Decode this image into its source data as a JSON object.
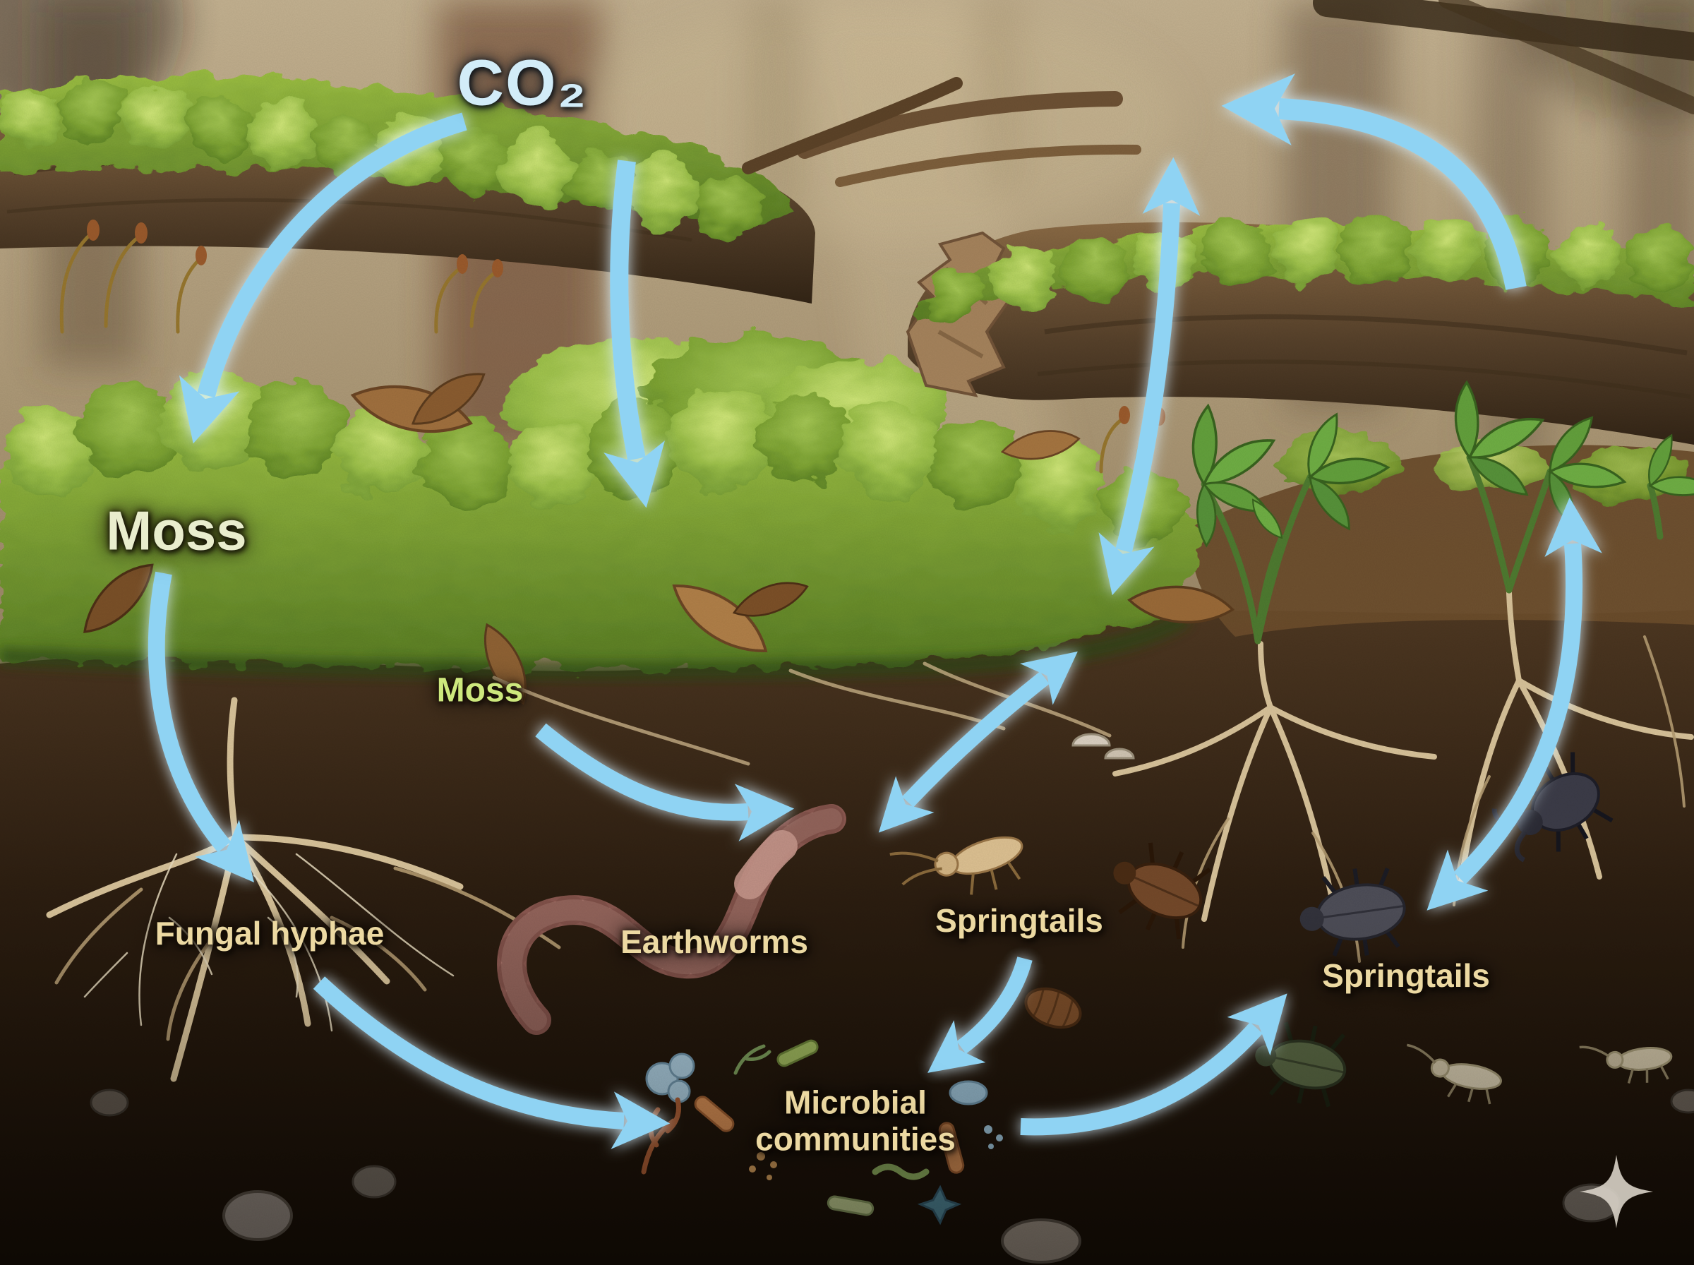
{
  "page": {
    "title": "Forest floor carbon and nutrient cycle illustration"
  },
  "labels": {
    "co2": "CO₂",
    "moss_main": "Moss",
    "moss_secondary": "Moss",
    "fungal_hyphae": "Fungal hyphae",
    "earthworms": "Earthworms",
    "springtails_center": "Springtails",
    "microbial_communities": "Microbial communities",
    "springtails_right": "Springtails"
  },
  "diagram": {
    "type": "ecological-cycle",
    "edges": [
      {
        "from": "CO₂",
        "to": "Moss (left bank)",
        "bidirectional": false
      },
      {
        "from": "CO₂",
        "to": "Moss (center mound)",
        "bidirectional": false
      },
      {
        "from": "Moss",
        "to": "Fungal hyphae",
        "bidirectional": false
      },
      {
        "from": "Moss",
        "to": "Earthworms",
        "bidirectional": false
      },
      {
        "from": "Earthworms",
        "to": "Soil surface",
        "bidirectional": true
      },
      {
        "from": "Forest floor",
        "to": "Atmosphere (CO₂)",
        "bidirectional": true
      },
      {
        "from": "Decaying log",
        "to": "Atmosphere (CO₂)",
        "bidirectional": false
      },
      {
        "from": "Springtails (right)",
        "to": "Plants above",
        "bidirectional": true
      },
      {
        "from": "Springtails",
        "to": "Microbial communities",
        "bidirectional": false
      },
      {
        "from": "Fungal hyphae",
        "to": "Microbial communities",
        "bidirectional": false
      },
      {
        "from": "Microbial communities",
        "to": "Springtails (right)",
        "bidirectional": false
      }
    ]
  },
  "colors": {
    "arrow_blue": "#8fd3f3",
    "arrow_glow": "#d9f2ff",
    "label_tan": "#ecd9a2",
    "label_green": "#cde87d",
    "label_pale": "#e9edcd",
    "co2_blue": "#d2ecf8"
  }
}
